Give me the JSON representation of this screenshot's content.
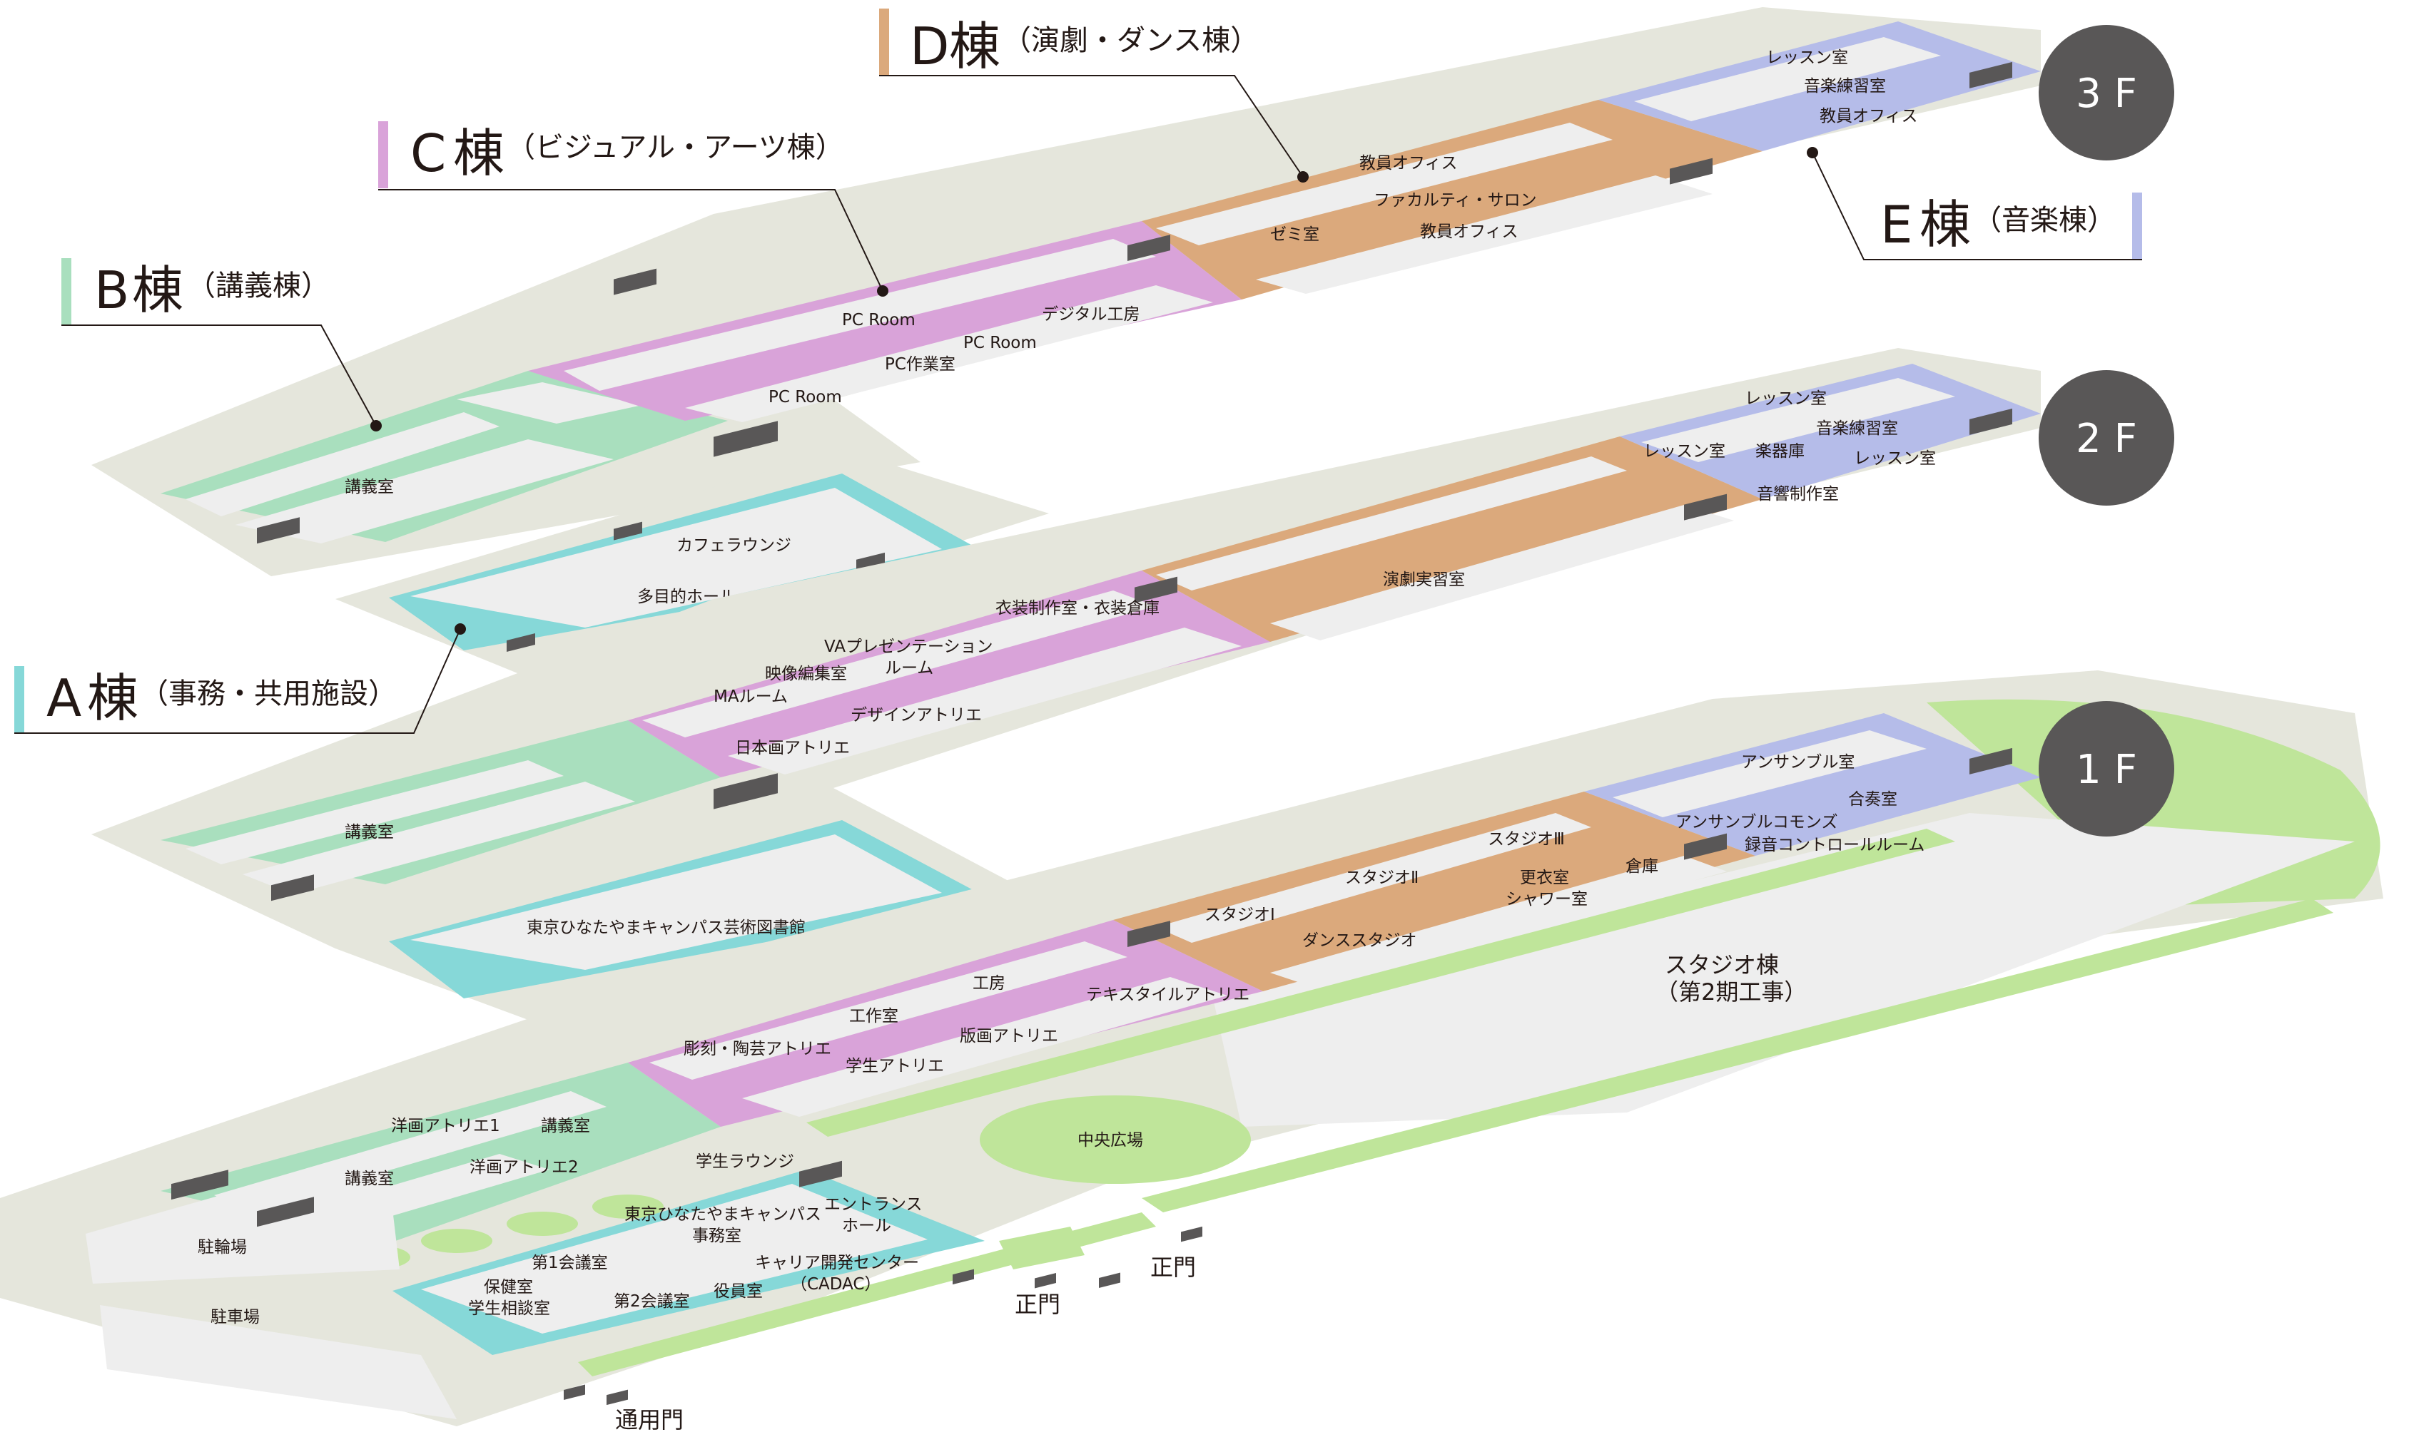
{
  "colors": {
    "building_A": "#86d8d8",
    "building_B": "#a9dfbe",
    "building_C": "#d9a3d9",
    "building_D": "#dba97c",
    "building_E": "#b5bce9",
    "ground": "#e5e6dc",
    "green": "#bfe59a",
    "room_fill": "#eeeeee",
    "floor_badge": "#595757",
    "stairs": "#595757"
  },
  "floors": {
    "f3": "3 F",
    "f2": "2 F",
    "f1": "1 F"
  },
  "buildings": {
    "A": {
      "letter": "A",
      "kanji": "棟",
      "sub": "（事務・共用施設）"
    },
    "B": {
      "letter": "B",
      "kanji": "棟",
      "sub": "（講義棟）"
    },
    "C": {
      "letter": "C",
      "kanji": "棟",
      "sub": "（ビジュアル・アーツ棟）"
    },
    "D": {
      "letter": "D",
      "kanji": "棟",
      "sub": "（演劇・ダンス棟）"
    },
    "E": {
      "letter": "E",
      "kanji": "棟",
      "sub": "（音楽棟）"
    }
  },
  "rooms_3f": {
    "lecture": "講義室",
    "pc_room_1": "PC Room",
    "pc_room_2": "PC Room",
    "pc_room_3": "PC Room",
    "pc_work": "PC作業室",
    "digital": "デジタル工房",
    "faculty_office_1": "教員オフィス",
    "faculty_office_2": "教員オフィス",
    "faculty_office_3": "教員オフィス",
    "salon": "ファカルティ・サロン",
    "seminar": "ゼミ室",
    "lesson": "レッスン室",
    "practice": "音楽練習室"
  },
  "rooms_a_upper": {
    "cafe": "カフェラウンジ",
    "multi": "多目的ホール"
  },
  "rooms_2f": {
    "lecture": "講義室",
    "costume": "衣装制作室・衣装倉庫",
    "va_1": "VAプレゼンテーション",
    "va_2": "ルーム",
    "video": "映像編集室",
    "ma": "MAルーム",
    "design": "デザインアトリエ",
    "nihonga": "日本画アトリエ",
    "drama": "演劇実習室",
    "lesson_1": "レッスン室",
    "lesson_2": "レッスン室",
    "lesson_3": "レッスン室",
    "practice": "音楽練習室",
    "instruments": "楽器庫",
    "sound": "音響制作室",
    "library": "東京ひなたやまキャンパス芸術図書館"
  },
  "rooms_1f": {
    "ensemble": "アンサンブル室",
    "gassou": "合奏室",
    "commons": "アンサンブルコモンズ",
    "recording": "録音コントロールルーム",
    "studio_3": "スタジオⅢ",
    "studio_2": "スタジオⅡ",
    "studio_1": "スタジオⅠ",
    "locker_1": "更衣室",
    "locker_2": "シャワー室",
    "storage": "倉庫",
    "dance": "ダンススタジオ",
    "koubou": "工房",
    "textile": "テキスタイルアトリエ",
    "kousaku": "工作室",
    "hanga": "版画アトリエ",
    "sculpture": "彫刻・陶芸アトリエ",
    "student_atelier": "学生アトリエ",
    "yoga_1": "洋画アトリエ1",
    "yoga_2": "洋画アトリエ2",
    "lecture_1": "講義室",
    "lecture_2": "講義室",
    "lounge": "学生ラウンジ",
    "entrance_1": "エントランス",
    "entrance_2": "ホール",
    "office_1": "東京ひなたやまキャンパス",
    "office_2": "事務室",
    "meeting_1": "第1会議室",
    "meeting_2": "第2会議室",
    "health_1": "保健室",
    "health_2": "学生相談室",
    "yakuin": "役員室",
    "career_1": "キャリア開発センター",
    "career_2": "（CADAC）",
    "studio_bldg_1": "スタジオ棟",
    "studio_bldg_2": "（第2期工事）",
    "plaza": "中央広場",
    "bike": "駐輪場",
    "parking": "駐車場",
    "gate_main_1": "正門",
    "gate_main_2": "正門",
    "gate_service": "通用門"
  }
}
